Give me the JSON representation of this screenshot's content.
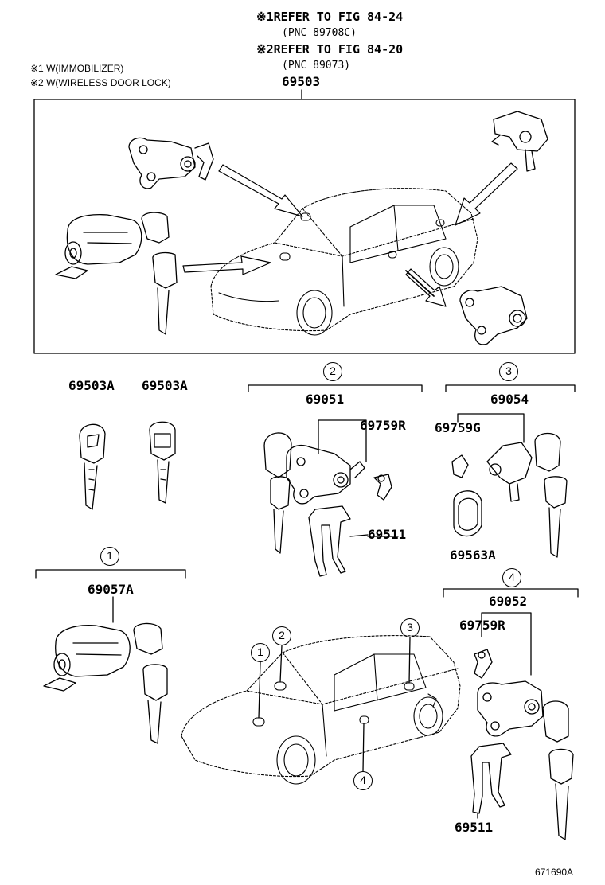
{
  "header": {
    "ref1_mark": "※1",
    "ref1_text": "REFER TO FIG 84-24",
    "ref1_pnc": "(PNC 89708C)",
    "ref2_mark": "※2",
    "ref2_text": "REFER TO FIG 84-20",
    "ref2_pnc": "(PNC 89073)",
    "note1": "※1 W(IMMOBILIZER)",
    "note2": "※2 W(WIRELESS DOOR LOCK)",
    "assembly_number": "69503"
  },
  "parts": {
    "key_left": "69503A",
    "key_right": "69503A",
    "group2_main": "69051",
    "group2_sub": "69759R",
    "group2_spring": "69511",
    "group3_main": "69054",
    "group3_sub": "69759G",
    "group3_pad": "69563A",
    "group1_main": "69057A",
    "group4_main": "69052",
    "group4_sub": "69759R",
    "group4_spring": "69511"
  },
  "callouts": {
    "c1": "1",
    "c2": "2",
    "c3": "3",
    "c4": "4"
  },
  "footer": {
    "figure_code": "671690A"
  }
}
